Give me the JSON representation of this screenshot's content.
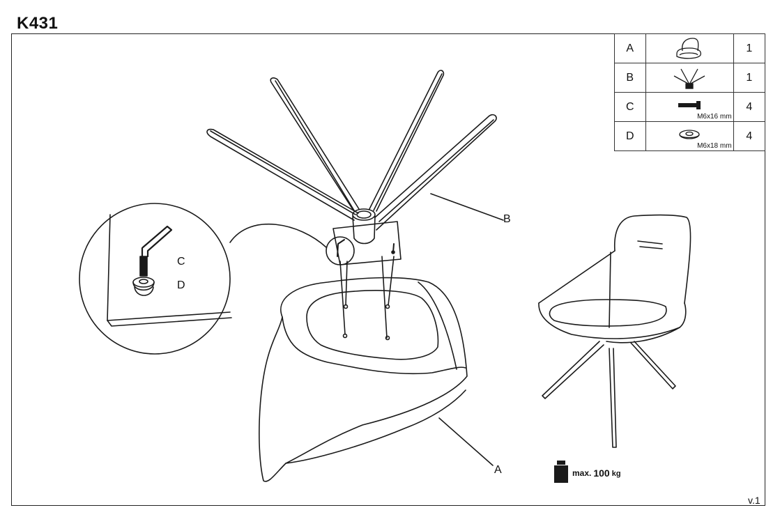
{
  "document": {
    "title": "K431",
    "version": "v.1"
  },
  "parts": [
    {
      "letter": "A",
      "icon": "chair-seat-icon",
      "spec": "",
      "qty": "1"
    },
    {
      "letter": "B",
      "icon": "chair-base-icon",
      "spec": "",
      "qty": "1"
    },
    {
      "letter": "C",
      "icon": "bolt-icon",
      "spec": "M6x16 mm",
      "qty": "4"
    },
    {
      "letter": "D",
      "icon": "washer-icon",
      "spec": "M6x18 mm",
      "qty": "4"
    }
  ],
  "callouts": {
    "base": "B",
    "seat": "A",
    "detail_bolt": "C",
    "detail_washer": "D"
  },
  "max_load": {
    "prefix": "max.",
    "value": "100",
    "unit": "kg",
    "icon": "weight-icon"
  }
}
